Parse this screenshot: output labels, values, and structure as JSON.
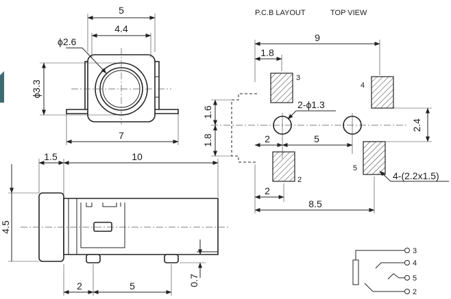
{
  "title": "P.C.B LAYOUT",
  "view_label": "TOP VIEW",
  "top_view_dims": {
    "width": "5",
    "inner_width": "4.4",
    "hole_dia": "ϕ2.6",
    "outer_dia": "ϕ3.3",
    "base_width": "7"
  },
  "side_view_dims": {
    "flange": "1.5",
    "length": "10",
    "height": "4.5",
    "pin_offset": "2",
    "pin_pitch": "5",
    "pin_height": "0.7"
  },
  "pcb_dims": {
    "span": "9",
    "edge_offset": "1.8",
    "hole_spacing": "1.6",
    "hole_offset": "1.8",
    "hole_note": "2-ϕ1.3",
    "hole_x": "2",
    "hole_pitch": "5",
    "pad_pitch": "2.4",
    "pad_x": "2",
    "pad_span": "8.5",
    "pad_note": "4-(2.2x1.5)"
  },
  "pad_labels": [
    "3",
    "4",
    "2",
    "5"
  ],
  "schematic_pins": [
    "3",
    "4",
    "5",
    "2"
  ]
}
